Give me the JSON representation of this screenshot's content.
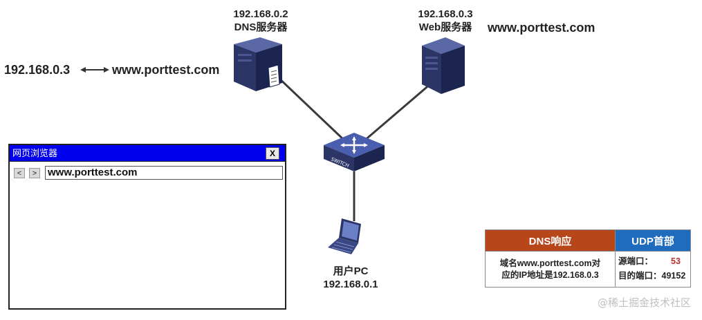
{
  "dns_server": {
    "ip": "192.168.0.2",
    "name": "DNS服务器"
  },
  "web_server": {
    "ip": "192.168.0.3",
    "name": "Web服务器",
    "domain": "www.porttest.com"
  },
  "dns_mapping": {
    "ip": "192.168.0.3",
    "domain": "www.porttest.com"
  },
  "switch": {
    "label": "SWITCH"
  },
  "user_pc": {
    "name": "用户PC",
    "ip": "192.168.0.1"
  },
  "browser": {
    "title": "网页浏览器",
    "close_label": "X",
    "back_label": "<",
    "forward_label": ">",
    "url": "www.porttest.com"
  },
  "dns_response_table": {
    "dns_header": "DNS响应",
    "udp_header": "UDP首部",
    "dns_body_line1": "域名www.porttest.com对",
    "dns_body_line2": "应的IP地址是192.168.0.3",
    "src_port_label": "源端口：",
    "src_port_value": "53",
    "dst_port_label": "目的端口：",
    "dst_port_value": "49152"
  },
  "colors": {
    "browser_titlebar": "#0000ee",
    "dns_header": "#b8461b",
    "udp_header": "#1f6bbd",
    "src_port_value": "#b83232",
    "server_body": "#2b3566"
  },
  "watermark": "@稀土掘金技术社区"
}
